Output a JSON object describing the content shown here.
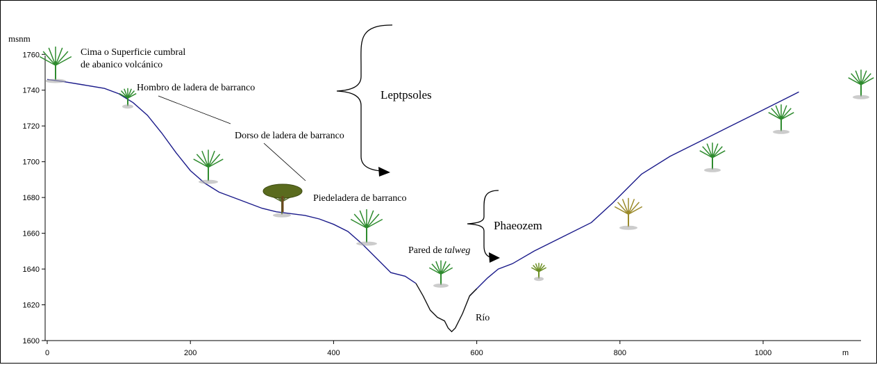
{
  "chart_data": {
    "type": "line",
    "ylabel": "msnm",
    "xunit": "m",
    "xlim": [
      0,
      1060
    ],
    "ylim": [
      1600,
      1765
    ],
    "x_ticks": [
      0,
      200,
      400,
      600,
      800,
      1000
    ],
    "y_ticks": [
      1600,
      1620,
      1640,
      1660,
      1680,
      1700,
      1720,
      1740,
      1760
    ],
    "grid": false,
    "series": [
      {
        "x": [
          0,
          20,
          50,
          80,
          100,
          120,
          140,
          160,
          180,
          200,
          220,
          240,
          260,
          280,
          300,
          320,
          340,
          360,
          380,
          400,
          420,
          440,
          460,
          480,
          500,
          515,
          525,
          535,
          545,
          555,
          560,
          565,
          570,
          580,
          590,
          600,
          615,
          630,
          650,
          680,
          720,
          760,
          790,
          830,
          870,
          910,
          950,
          990,
          1030,
          1050
        ],
        "y": [
          1746,
          1745,
          1743,
          1741,
          1738,
          1733,
          1726,
          1716,
          1705,
          1695,
          1688,
          1683,
          1680,
          1677,
          1674,
          1672,
          1671,
          1670,
          1668,
          1665,
          1661,
          1654,
          1646,
          1638,
          1636,
          1632,
          1625,
          1617,
          1613,
          1611,
          1607,
          1605,
          1607,
          1615,
          1625,
          1629,
          1635,
          1640,
          1643,
          1650,
          1658,
          1666,
          1677,
          1693,
          1703,
          1711,
          1719,
          1727,
          1735,
          1739
        ]
      }
    ],
    "annotations": {
      "summit": "Cima o Superficie cumbral de abanico volcánico",
      "shoulder": "Hombro de ladera de barranco",
      "backslope": "Dorso de ladera de barranco",
      "footslope": "Piedeladera de barranco",
      "talweg_prefix": "Pared de ",
      "talweg_italic": "talweg",
      "river": "Río",
      "leptosols": "Leptpsoles",
      "phaeozem": "Phaeozem"
    }
  }
}
